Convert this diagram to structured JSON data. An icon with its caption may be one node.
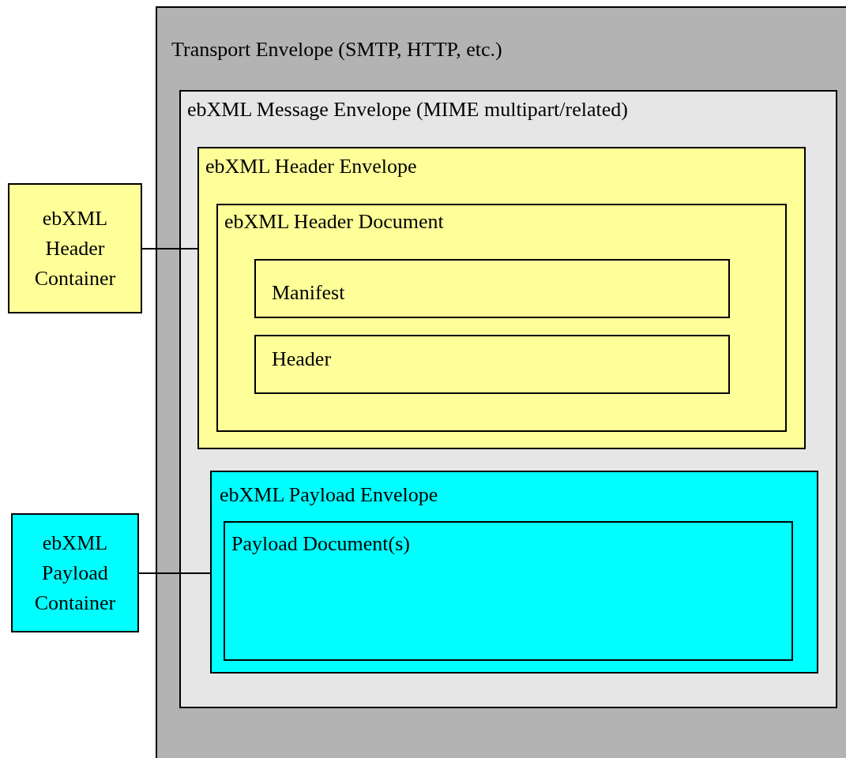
{
  "diagram": {
    "nodes": [
      {
        "text": [
          "Transport Envelope (SMTP, HTTP, etc.)"
        ]
      },
      {
        "text": [
          "ebXML Message Envelope (MIME multipart/related)"
        ],
        "in": 0
      },
      {
        "text": [
          "ebXML Header Envelope"
        ],
        "in": 1
      },
      {
        "text": [
          "ebXML Header Document"
        ],
        "in": 2
      },
      {
        "text": [
          "Manifest"
        ],
        "in": 3
      },
      {
        "text": [
          "Header"
        ],
        "in": 3
      },
      {
        "text": [
          "ebXML Payload Envelope"
        ],
        "in": 1
      },
      {
        "text": [
          "Payload Document(s)"
        ],
        "in": 6
      },
      {
        "text": [
          "ebXML Header Container"
        ]
      },
      {
        "text": [
          "ebXML Payload Container"
        ]
      }
    ],
    "edges": [
      {
        "from": 8,
        "to": 2,
        "arrow": "none"
      },
      {
        "from": 9,
        "to": 6,
        "arrow": "none"
      }
    ]
  }
}
